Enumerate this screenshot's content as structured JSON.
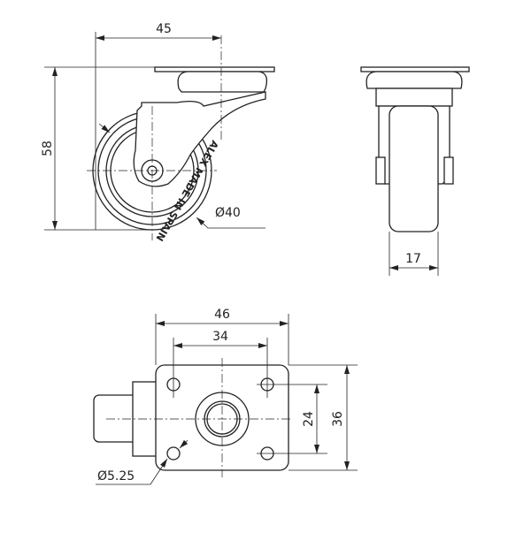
{
  "dimensions": {
    "front_width": "45",
    "front_height": "58",
    "wheel_diameter": "Ø40",
    "side_width": "17",
    "plate_width": "46",
    "hole_spacing_x": "34",
    "hole_spacing_y": "24",
    "plate_depth": "36",
    "hole_diameter": "Ø5.25"
  },
  "wheel_lettering": "ALEX MADE IN SPAIN"
}
